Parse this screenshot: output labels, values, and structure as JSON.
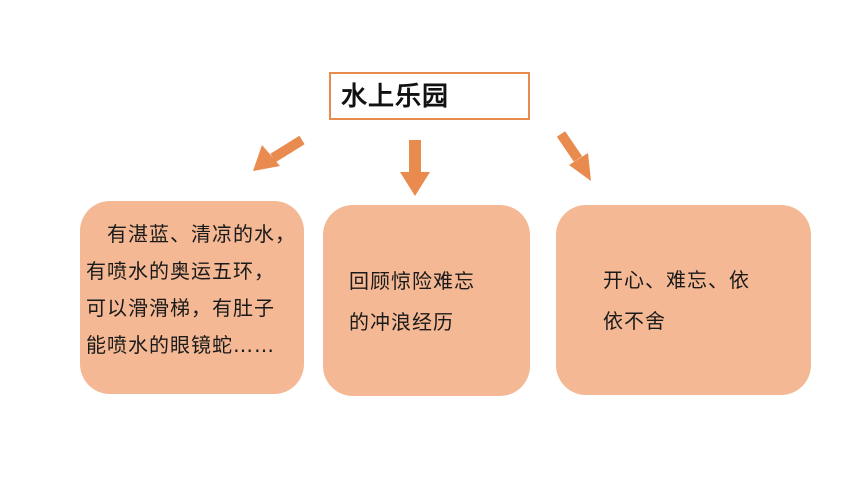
{
  "title": "水上乐园",
  "colors": {
    "accent_orange": "#e98b4e",
    "card_fill": "#f4b894",
    "title_border": "#e98b4e"
  },
  "cards": [
    {
      "lines": [
        "　有湛蓝、清凉的水，",
        "有喷水的奥运五环，",
        "可以滑滑梯，有肚子",
        "能喷水的眼镜蛇……"
      ]
    },
    {
      "lines": [
        "回顾惊险难忘",
        "的冲浪经历"
      ]
    },
    {
      "lines": [
        "开心、难忘、依",
        "依不舍"
      ]
    }
  ]
}
